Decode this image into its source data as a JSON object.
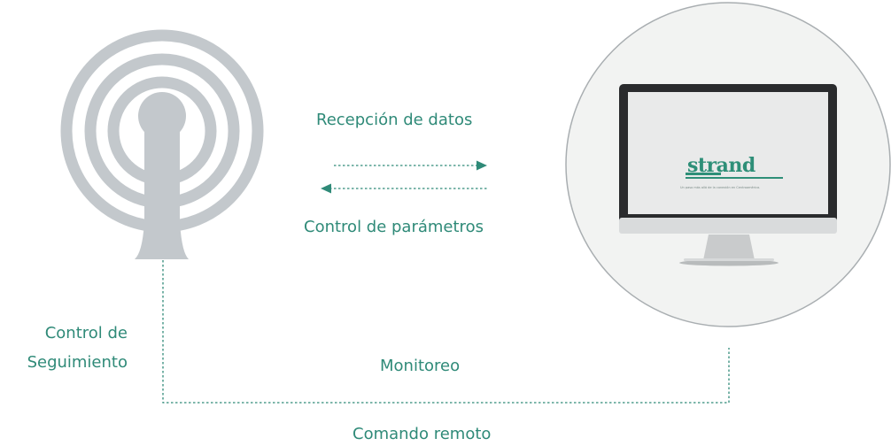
{
  "labels": {
    "recepcion": "Recepción de datos",
    "control_parametros": "Control de parámetros",
    "control_seguimiento_line1": "Control de",
    "control_seguimiento_line2": "Seguimiento",
    "monitoreo": "Monitoreo",
    "comando_remoto": "Comando remoto"
  },
  "monitor": {
    "brand": "strand",
    "tagline": "Un paso más allá de la conexión en Centroamérica."
  },
  "colors": {
    "accent": "#2f8a78",
    "antenna_gray": "#c3c8cc",
    "circle_stroke": "#a9aeb1"
  },
  "icons": [
    "antenna-icon",
    "monitor-icon",
    "arrow-right-icon",
    "arrow-left-icon"
  ]
}
